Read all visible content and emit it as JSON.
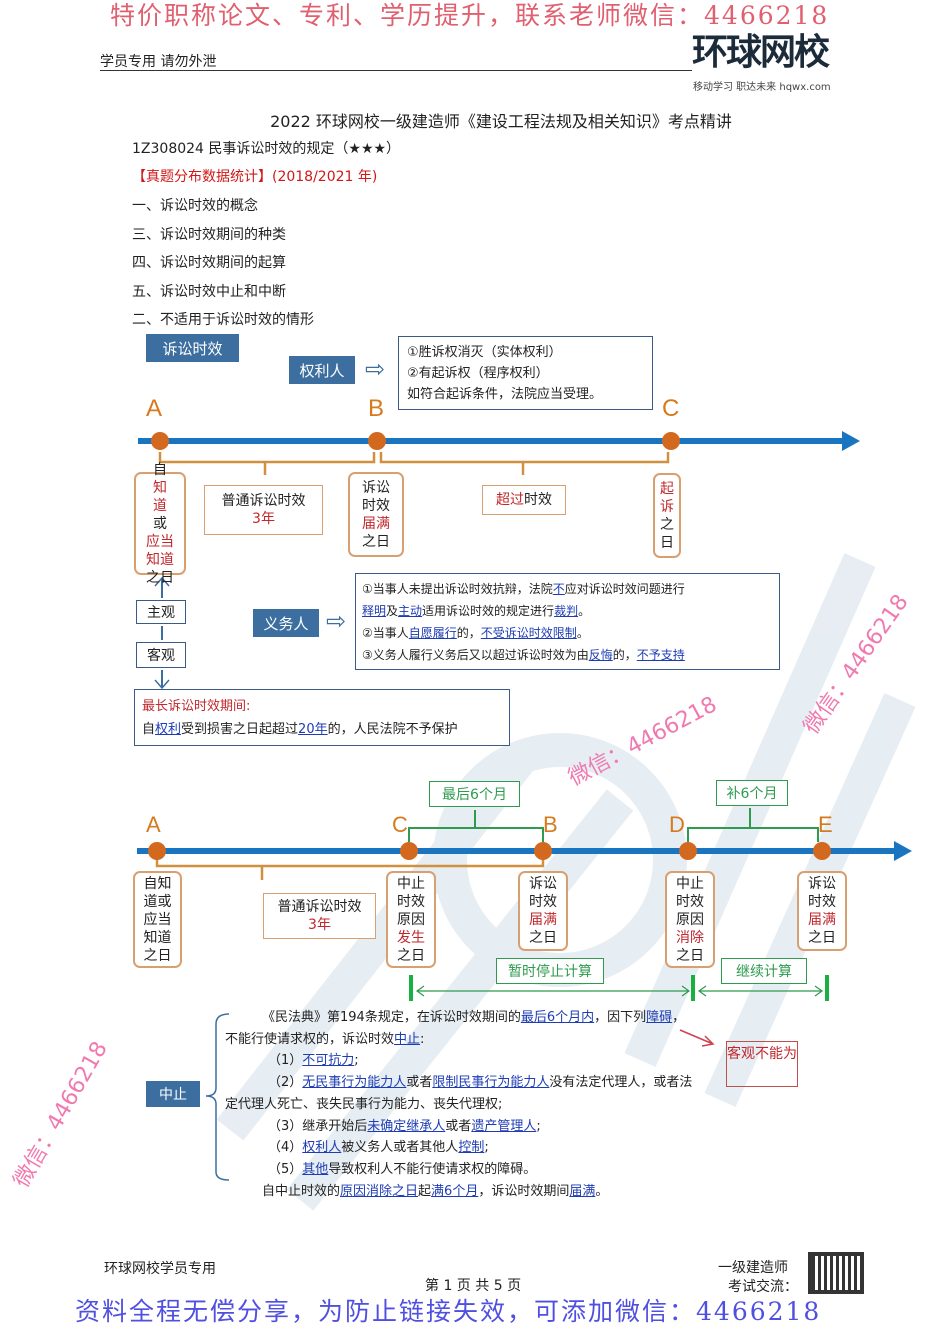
{
  "watermark_top": "特价职称论文、专利、学历提升，联系老师微信：4466218",
  "watermark_bottom": "资料全程无偿分享，为防止链接失效，可添加微信：4466218",
  "watermark_diag": "微信：4466218",
  "header": {
    "left": "学员专用 请勿外泄",
    "logo": "环球网校",
    "slogan": "移动学习 职达未来  hqwx.com"
  },
  "title": "2022 环球网校一级建造师《建设工程法规及相关知识》考点精讲",
  "subtitle": "1Z308024 民事诉讼时效的规定（★★★）",
  "stat": "【真题分布数据统计】(2018/2021 年)",
  "outline": [
    "一、诉讼时效的概念",
    "三、诉讼时效期间的种类",
    "四、诉讼时效期间的起算",
    "五、诉讼时效中止和中断",
    "二、不适用于诉讼时效的情形"
  ],
  "d1": {
    "tag": "诉讼时效",
    "creditor": "权利人",
    "debtor": "义务人",
    "arrow": "⇨",
    "creditor_box": [
      "①胜诉权消灭（实体权利）",
      "②有起诉权（程序权利）",
      "如符合起诉条件，法院应当受理。"
    ],
    "letters": [
      "A",
      "B",
      "C"
    ],
    "box_a": [
      {
        "t": "自",
        "s": ""
      },
      {
        "t": "知",
        "s": "r"
      },
      {
        "t": "道",
        "s": "r"
      },
      {
        "t": "或",
        "s": ""
      },
      {
        "t": "应当",
        "s": "r"
      },
      {
        "t": "知道",
        "s": "r"
      },
      {
        "t": "之日",
        "s": ""
      }
    ],
    "general": "普通诉讼时效",
    "general_years": "3年",
    "box_b": [
      {
        "t": "诉讼",
        "s": ""
      },
      {
        "t": "时效",
        "s": ""
      },
      {
        "t": "届满",
        "s": "r"
      },
      {
        "t": "之日",
        "s": ""
      }
    ],
    "exceed": [
      {
        "t": "超过",
        "s": "r"
      },
      {
        "t": "时效",
        "s": ""
      }
    ],
    "box_c": [
      {
        "t": "起",
        "s": "r"
      },
      {
        "t": "诉",
        "s": "r"
      },
      {
        "t": "之",
        "s": ""
      },
      {
        "t": "日",
        "s": ""
      }
    ],
    "subjective": "主观",
    "objective": "客观",
    "debtor_box": [
      [
        {
          "t": "①当事人未提出诉讼时效抗辩，法院",
          "s": ""
        },
        {
          "t": "不",
          "s": "u"
        },
        {
          "t": "应对诉讼时效问题进行",
          "s": ""
        }
      ],
      [
        {
          "t": "释明",
          "s": "u"
        },
        {
          "t": "及",
          "s": ""
        },
        {
          "t": "主动",
          "s": "u"
        },
        {
          "t": "适用诉讼时效的规定进行",
          "s": ""
        },
        {
          "t": "裁判",
          "s": "u"
        },
        {
          "t": "。",
          "s": ""
        }
      ],
      [
        {
          "t": "②当事人",
          "s": ""
        },
        {
          "t": "自愿履行",
          "s": "u"
        },
        {
          "t": "的，",
          "s": ""
        },
        {
          "t": "不受诉讼时效限制",
          "s": "u"
        },
        {
          "t": "。",
          "s": ""
        }
      ],
      [
        {
          "t": "③义务人履行义务后又以超过诉讼时效为由",
          "s": ""
        },
        {
          "t": "反悔",
          "s": "u"
        },
        {
          "t": "的，",
          "s": ""
        },
        {
          "t": "不予支持",
          "s": "u"
        }
      ]
    ],
    "max_title": "最长诉讼时效期间:",
    "max_text": [
      {
        "t": "自",
        "s": ""
      },
      {
        "t": "权利",
        "s": "u"
      },
      {
        "t": "受到损害之日起超过",
        "s": ""
      },
      {
        "t": "20年",
        "s": "u"
      },
      {
        "t": "的，人民法院不予保护",
        "s": ""
      }
    ]
  },
  "d2": {
    "last6": "最后6个月",
    "plus6": "补6个月",
    "letters": [
      "A",
      "C",
      "B",
      "D",
      "E"
    ],
    "box_a": [
      "自知",
      "道或",
      "应当",
      "知道",
      "之日"
    ],
    "general": "普通诉讼时效",
    "general_years": "3年",
    "box_c": [
      {
        "t": "中止",
        "s": ""
      },
      {
        "t": "时效",
        "s": ""
      },
      {
        "t": "原因",
        "s": ""
      },
      {
        "t": "发生",
        "s": "r"
      },
      {
        "t": "之日",
        "s": ""
      }
    ],
    "box_b": [
      {
        "t": "诉讼",
        "s": ""
      },
      {
        "t": "时效",
        "s": ""
      },
      {
        "t": "届满",
        "s": "r"
      },
      {
        "t": "之日",
        "s": ""
      }
    ],
    "box_d": [
      {
        "t": "中止",
        "s": ""
      },
      {
        "t": "时效",
        "s": ""
      },
      {
        "t": "原因",
        "s": ""
      },
      {
        "t": "消除",
        "s": "r"
      },
      {
        "t": "之日",
        "s": ""
      }
    ],
    "box_e": [
      {
        "t": "诉讼",
        "s": ""
      },
      {
        "t": "时效",
        "s": ""
      },
      {
        "t": "届满",
        "s": "r"
      },
      {
        "t": "之日",
        "s": ""
      }
    ],
    "pause": "暂时停止计算",
    "resume": "继续计算",
    "tag": "中止",
    "objective": "客观不能为",
    "lines": [
      [
        {
          "t": "《民法典》第194条规定，在诉讼时效期间的",
          "s": ""
        },
        {
          "t": "最后6个月内",
          "s": "u"
        },
        {
          "t": "，因下列",
          "s": ""
        },
        {
          "t": "障碍",
          "s": "u"
        },
        {
          "t": "，",
          "s": ""
        }
      ],
      [
        {
          "t": "不能行使请求权的，诉讼时效",
          "s": ""
        },
        {
          "t": "中止",
          "s": "u"
        },
        {
          "t": ":",
          "s": ""
        }
      ],
      [
        {
          "t": "（1）",
          "s": ""
        },
        {
          "t": "不可抗力",
          "s": "u"
        },
        {
          "t": ";",
          "s": ""
        }
      ],
      [
        {
          "t": "（2）",
          "s": ""
        },
        {
          "t": "无民事行为能力人",
          "s": "u"
        },
        {
          "t": "或者",
          "s": ""
        },
        {
          "t": "限制民事行为能力人",
          "s": "u"
        },
        {
          "t": "没有法定代理人，或者法",
          "s": ""
        }
      ],
      [
        {
          "t": "定代理人死亡、丧失民事行为能力、丧失代理权;",
          "s": ""
        }
      ],
      [
        {
          "t": "（3）继承开始后",
          "s": ""
        },
        {
          "t": "未确定继承人",
          "s": "u"
        },
        {
          "t": "或者",
          "s": ""
        },
        {
          "t": "遗产管理人",
          "s": "u"
        },
        {
          "t": ";",
          "s": ""
        }
      ],
      [
        {
          "t": "（4）",
          "s": ""
        },
        {
          "t": "权利人",
          "s": "u"
        },
        {
          "t": "被义务人或者其他人",
          "s": ""
        },
        {
          "t": "控制",
          "s": "u"
        },
        {
          "t": ";",
          "s": ""
        }
      ],
      [
        {
          "t": "（5）",
          "s": ""
        },
        {
          "t": "其他",
          "s": "u"
        },
        {
          "t": "导致权利人不能行使请求权的障碍。",
          "s": ""
        }
      ],
      [
        {
          "t": "自中止时效的",
          "s": ""
        },
        {
          "t": "原因消除之日",
          "s": "u"
        },
        {
          "t": "起",
          "s": ""
        },
        {
          "t": "满6个月",
          "s": "u"
        },
        {
          "t": "，诉讼时效期间",
          "s": ""
        },
        {
          "t": "届满",
          "s": "u"
        },
        {
          "t": "。",
          "s": ""
        }
      ]
    ]
  },
  "footer": {
    "left": "环球网校学员专用",
    "right": "一级建造师",
    "exchange": "考试交流：",
    "page": "第 1 页 共 5 页"
  }
}
